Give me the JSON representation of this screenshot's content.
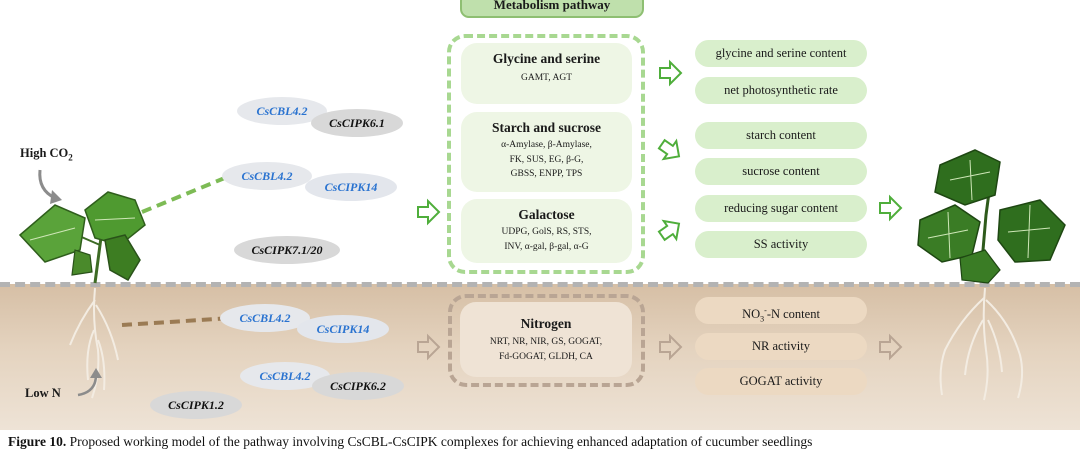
{
  "metabolism": {
    "title": "Metabolism pathway"
  },
  "pathways": {
    "glycine": {
      "title": "Glycine and serine",
      "genes": "GAMT, AGT"
    },
    "starch": {
      "title": "Starch and sucrose",
      "genes": [
        "α-Amylase, β-Amylase,",
        "FK, SUS, EG, β-G,",
        "GBSS, ENPP, TPS"
      ]
    },
    "galactose": {
      "title": "Galactose",
      "genes": [
        "UDPG, GolS, RS, STS,",
        "INV, α-gal, β-gal, α-G"
      ]
    },
    "nitrogen": {
      "title": "Nitrogen",
      "genes": [
        "NRT, NR, NIR, GS, GOGAT,",
        "Fd-GOGAT, GLDH, CA"
      ]
    }
  },
  "results": {
    "glycine_content": "glycine and serine content",
    "photosynthetic_rate": "net photosynthetic rate",
    "starch_content": "starch content",
    "sucrose_content": "sucrose content",
    "reducing_sugar": "reducing sugar content",
    "ss_activity": "SS activity",
    "nitrate_prefix": "NO",
    "nitrate_sub": "3",
    "nitrate_sup": "-",
    "nitrate_suffix": "-N content",
    "nr_activity": "NR activity",
    "gogat_activity": "GOGAT activity"
  },
  "complexes": {
    "cbl": "CsCBL4.2",
    "cipk61": "CsCIPK6.1",
    "cipk14": "CsCIPK14",
    "cipk71": "CsCIPK7.1/20",
    "cipk62": "CsCIPK6.2",
    "cipk12": "CsCIPK1.2"
  },
  "conditions": {
    "high_co2_prefix": "High CO",
    "high_co2_sub": "2",
    "low_n": "Low N"
  },
  "caption": {
    "label": "Figure 10.",
    "text": "Proposed working model of the pathway involving CsCBL-CsCIPK complexes for achieving enhanced adaptation of cucumber seedlings"
  },
  "colors": {
    "green_accent": "#a8d891",
    "soil_accent": "#b9a594",
    "cbl_blue": "#2a73d0"
  }
}
